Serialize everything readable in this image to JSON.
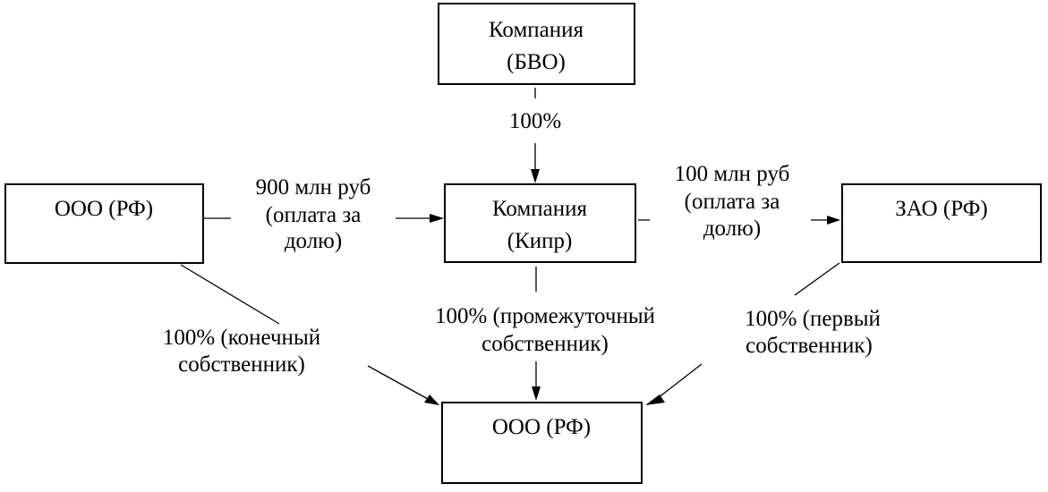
{
  "nodes": {
    "company_bvo": {
      "line1": "Компания",
      "line2": "(БВО)"
    },
    "company_cyprus": {
      "line1": "Компания",
      "line2": "(Кипр)"
    },
    "ooo_rf_seller": {
      "label": "ООО (РФ)"
    },
    "zao_rf": {
      "label": "ЗАО (РФ)"
    },
    "ooo_rf_target": {
      "label": "ООО (РФ)"
    }
  },
  "edges": {
    "bvo_to_cyprus": {
      "label": "100%"
    },
    "seller_to_cyprus": {
      "line1": "900 млн руб",
      "line2": "(оплата за",
      "line3": "долю)"
    },
    "cyprus_to_zao": {
      "line1": "100 млн руб",
      "line2": "(оплата за",
      "line3": "долю)"
    },
    "cyprus_to_target": {
      "line1": "100% (промежуточный",
      "line2": "собственник)"
    },
    "seller_to_target": {
      "line1": "100% (конечный",
      "line2": "собственник)"
    },
    "zao_to_target": {
      "line1": "100% (первый",
      "line2": "собственник)"
    }
  }
}
